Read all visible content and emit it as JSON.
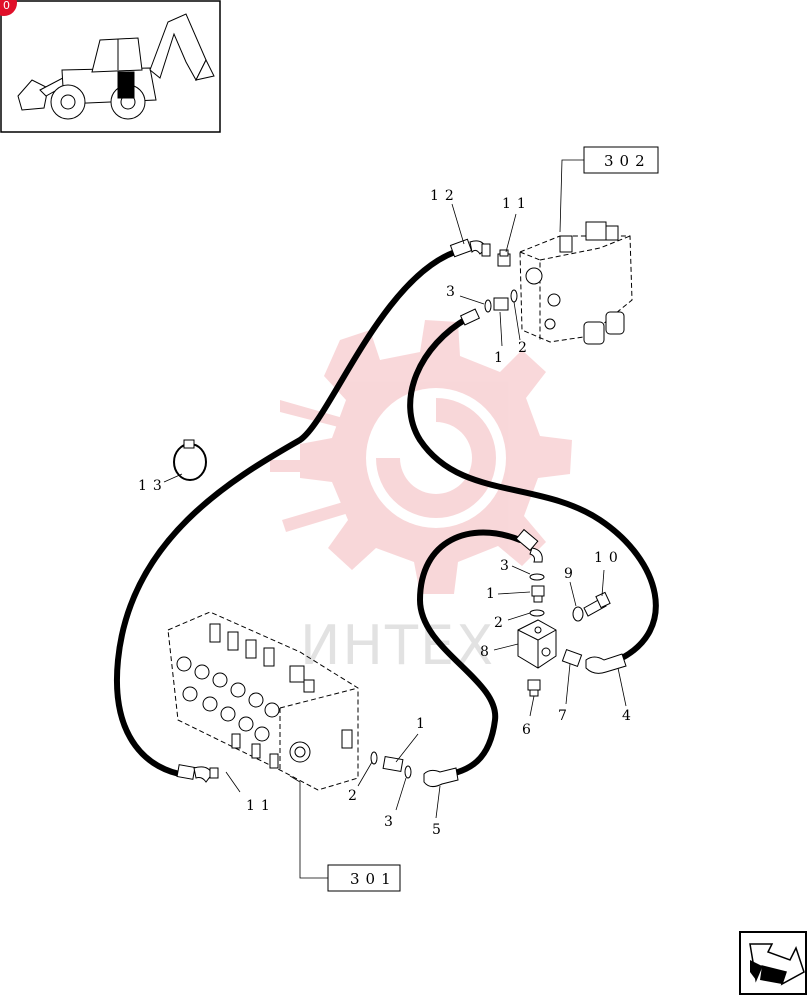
{
  "watermark": {
    "text": "ИНТЕХ"
  },
  "reference_boxes": {
    "top": "302",
    "bottom": "301"
  },
  "callouts": {
    "c12": "12",
    "c11_top": "11",
    "c3_top": "3",
    "c1_top": "1",
    "c2_top": "2",
    "c13": "13",
    "c3_mid": "3",
    "c1_mid": "1",
    "c2_mid": "2",
    "c8": "8",
    "c9": "9",
    "c10": "10",
    "c7": "7",
    "c6": "6",
    "c4": "4",
    "c11_bot": "11",
    "c1_bot": "1",
    "c2_bot": "2",
    "c3_bot": "3",
    "c5": "5"
  },
  "badge": {
    "text": "0"
  },
  "colors": {
    "ink": "#000000",
    "watermark_red": "#f4b8bb",
    "watermark_gray": "#d9d9d9",
    "badge_red": "#e0102a"
  },
  "icons": {
    "thumbnail": "backhoe-loader-icon",
    "navigation": "next-page-arrow-icon"
  }
}
